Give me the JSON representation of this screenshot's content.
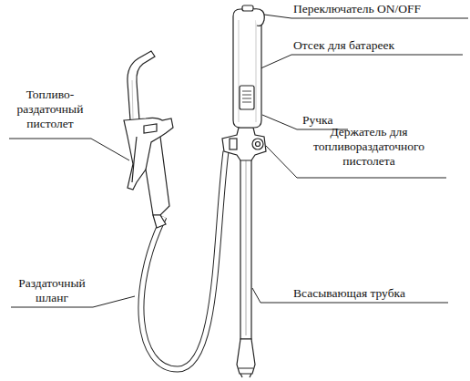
{
  "diagram": {
    "labels": [
      "Переключатель ON/OFF",
      "Отсек для батареек",
      "Ручка",
      "Держатель для топливораздаточного пистолета",
      "Топливо-раздаточный пистолет",
      "Раздаточный шланг",
      "Всасывающая трубка"
    ]
  }
}
